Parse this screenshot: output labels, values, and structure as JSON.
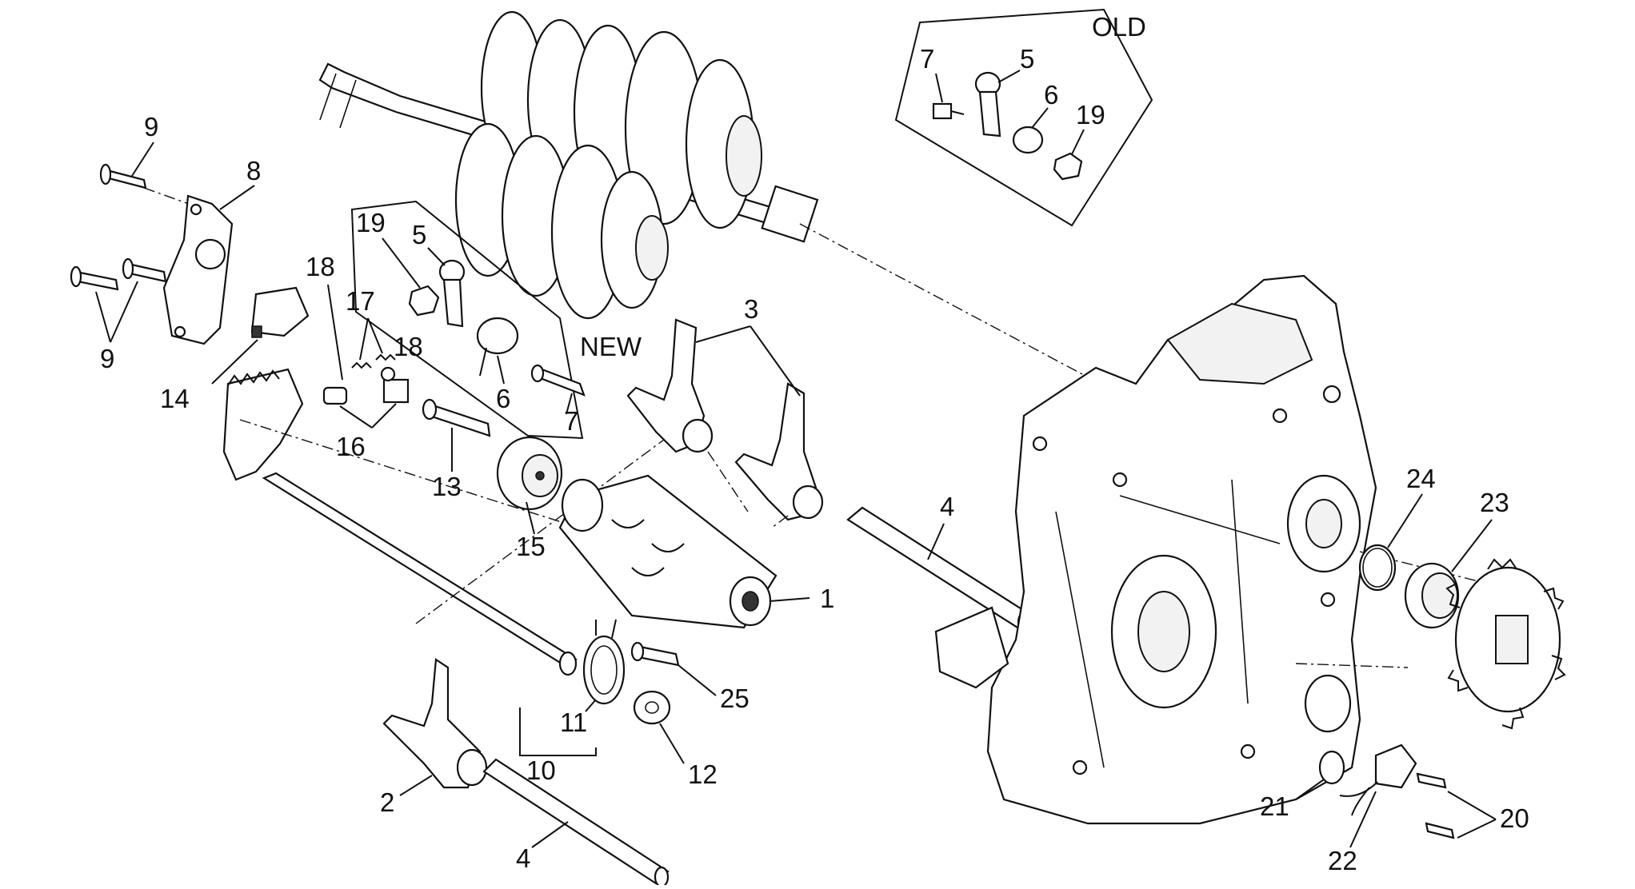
{
  "diagram": {
    "colors": {
      "line": "#111111",
      "background": "#ffffff"
    },
    "group_labels": {
      "old": "OLD",
      "new": "NEW"
    },
    "callouts": {
      "c1": "1",
      "c2": "2",
      "c3": "3",
      "c4a": "4",
      "c4b": "4",
      "c5new": "5",
      "c5old": "5",
      "c6new": "6",
      "c6old": "6",
      "c7new": "7",
      "c7old": "7",
      "c8": "8",
      "c9a": "9",
      "c9b": "9",
      "c10": "10",
      "c11": "11",
      "c12": "12",
      "c13": "13",
      "c14": "14",
      "c15": "15",
      "c16": "16",
      "c17": "17",
      "c18a": "18",
      "c18b": "18",
      "c19new": "19",
      "c19old": "19",
      "c20": "20",
      "c21": "21",
      "c22": "22",
      "c23": "23",
      "c24": "24",
      "c25": "25"
    }
  }
}
